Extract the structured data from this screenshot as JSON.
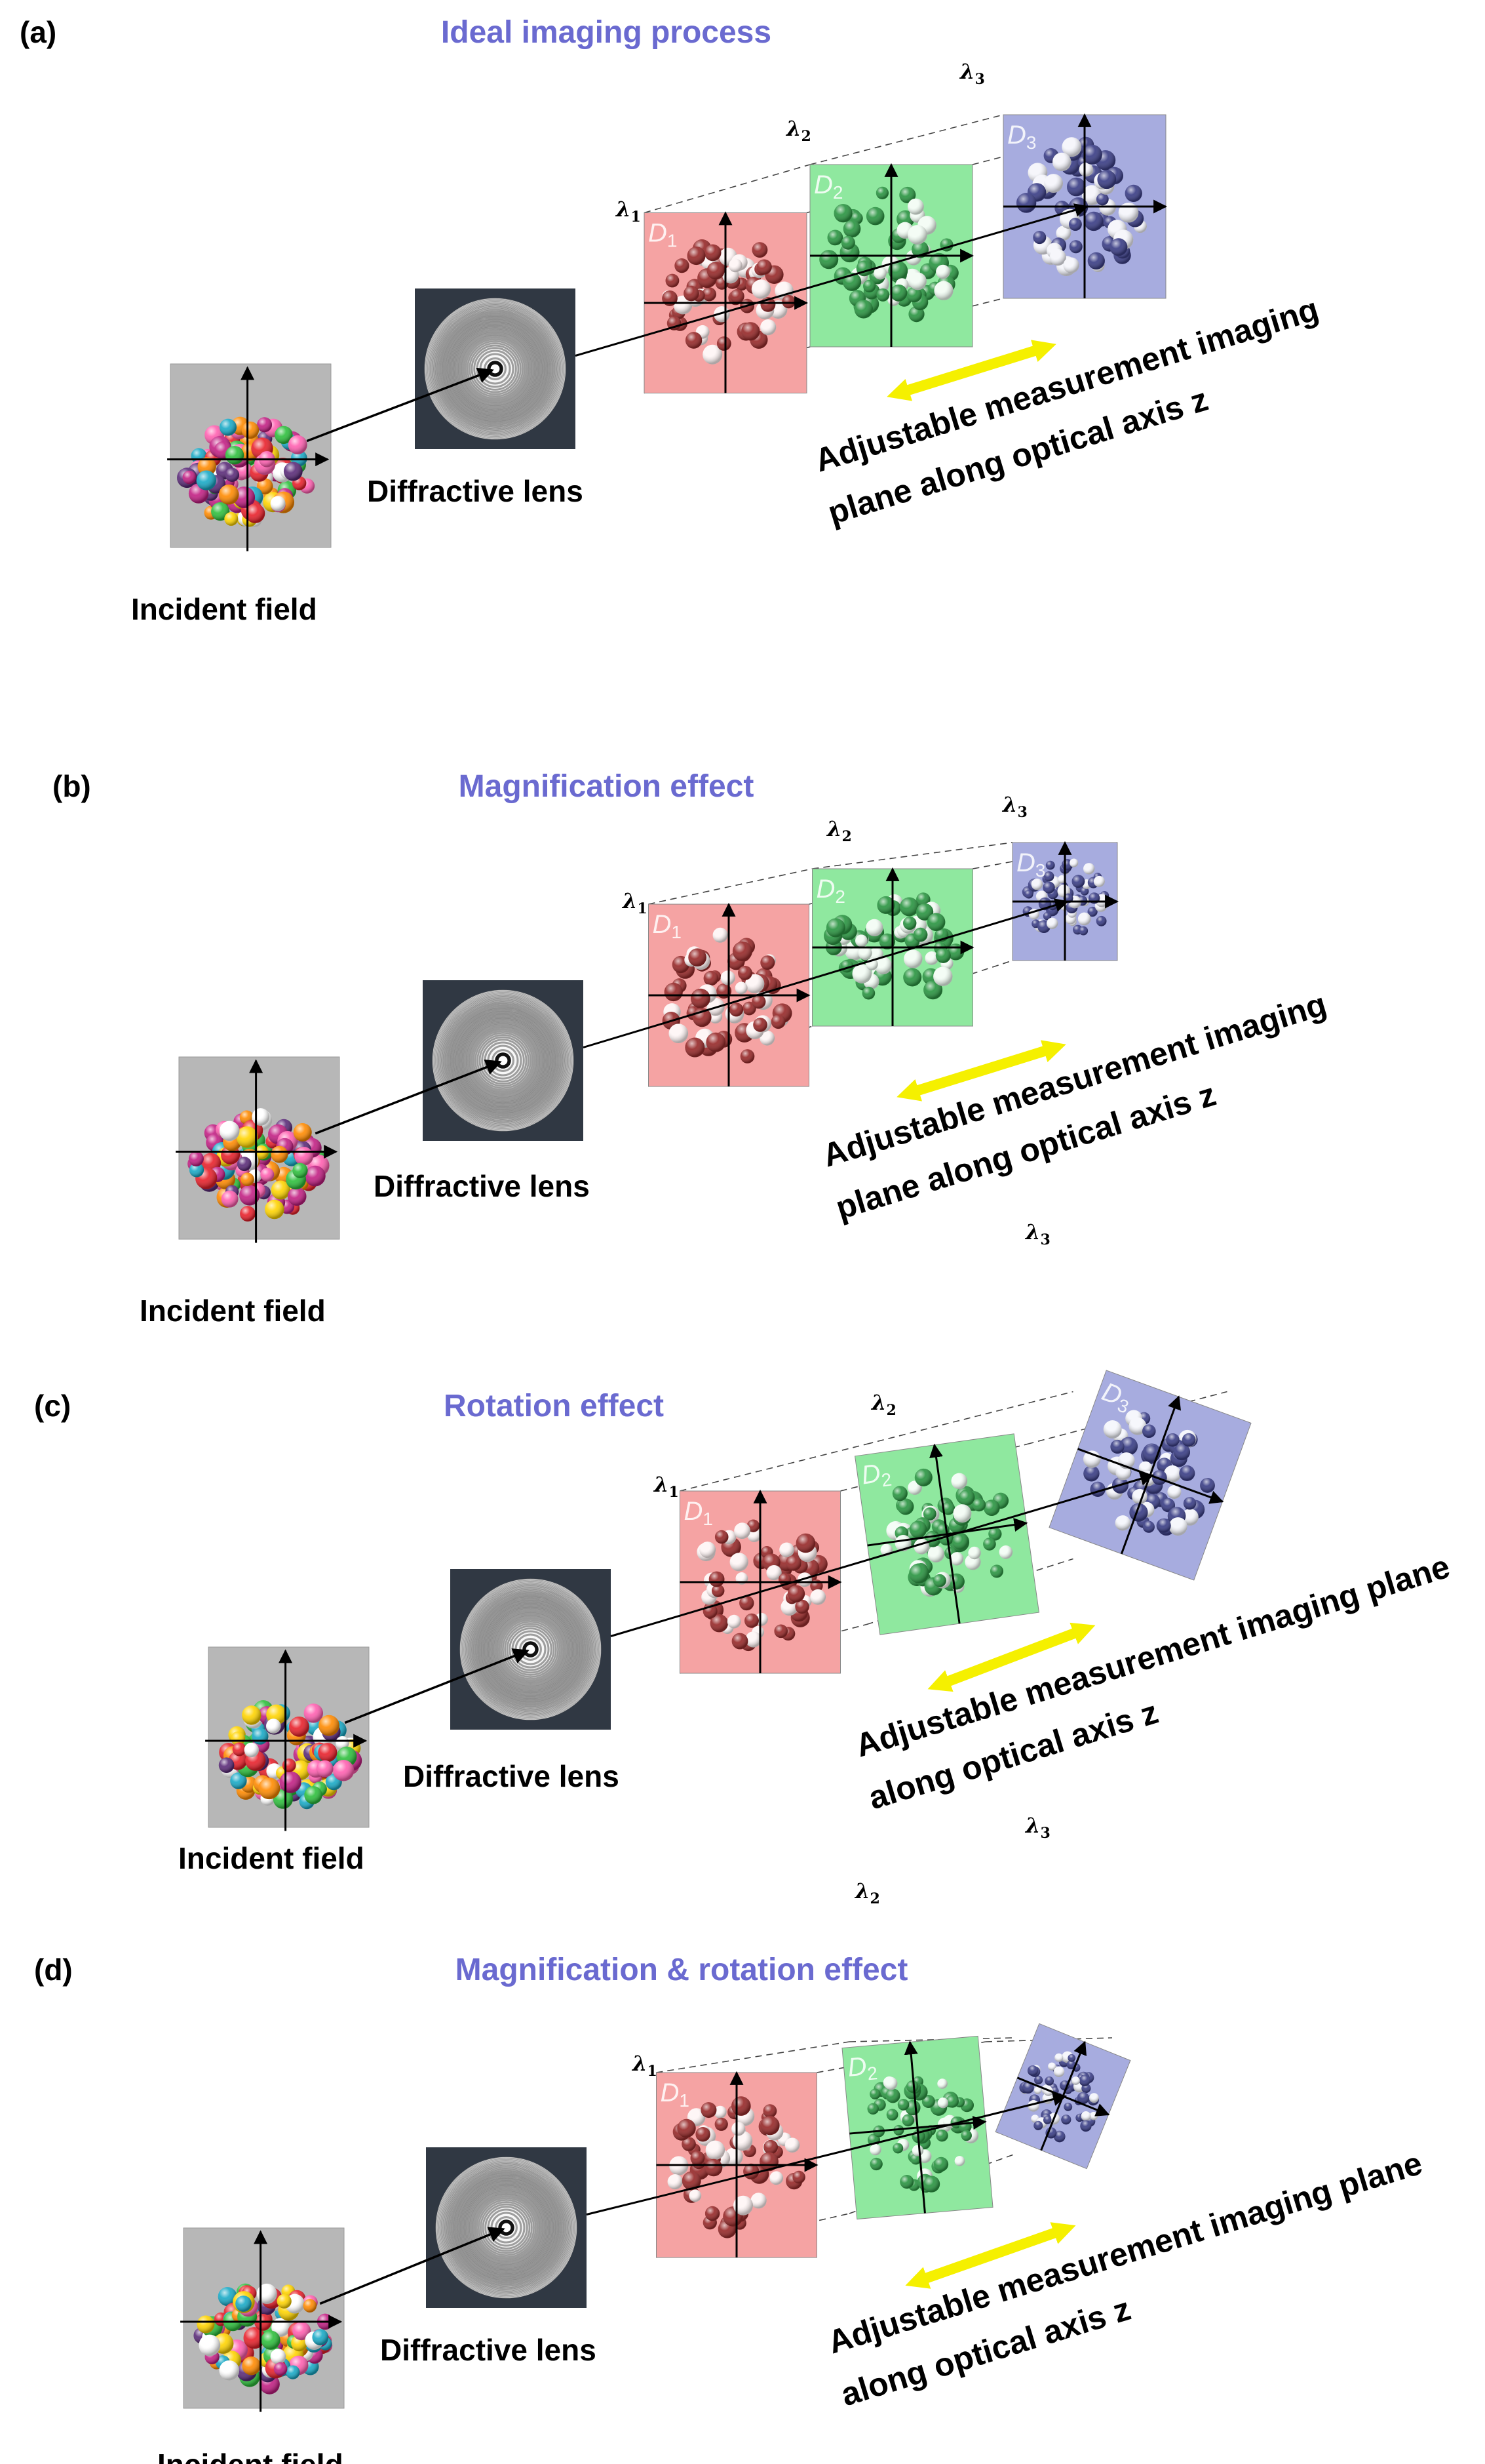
{
  "colors": {
    "title": "#6a6ad0",
    "plane_d1": "#f5a3a3",
    "plane_d2": "#8fe89f",
    "plane_d3": "#a7acdf",
    "ball_d1": "#8b1a1a",
    "ball_d2": "#1d8a35",
    "ball_d3": "#2c2f7a",
    "arrow_yellow": "#f5f000",
    "incident_bg": "#b7b7b7",
    "lens_bg": "#303843"
  },
  "panels": [
    {
      "letter": "(a)",
      "title": "Ideal imaging process",
      "incident_label": "Incident field",
      "lens_label": "Diffractive lens",
      "adjust_line1": "Adjustable measurement imaging",
      "adjust_line2": "plane along optical axis z",
      "lambda_symbol": "λ",
      "lambdas": [
        "1",
        "2",
        "3"
      ],
      "d_symbol": "D",
      "d_labels": [
        "1",
        "2",
        "3"
      ]
    },
    {
      "letter": "(b)",
      "title": "Magnification effect",
      "incident_label": "Incident field",
      "lens_label": "Diffractive lens",
      "adjust_line1": "Adjustable measurement imaging",
      "adjust_line2": "plane along optical axis z",
      "lambda_symbol": "λ",
      "lambdas": [
        "1",
        "2",
        "3"
      ],
      "d_symbol": "D",
      "d_labels": [
        "1",
        "2",
        "3"
      ]
    },
    {
      "letter": "(c)",
      "title": "Rotation effect",
      "incident_label": "Incident field",
      "lens_label": "Diffractive lens",
      "adjust_line1": "Adjustable measurement imaging plane",
      "adjust_line2": "along optical axis z",
      "lambda_symbol": "λ",
      "lambdas": [
        "1",
        "2"
      ],
      "d_symbol": "D",
      "d_labels": [
        "1",
        "2",
        "3"
      ]
    },
    {
      "letter": "(d)",
      "title": "Magnification & rotation effect",
      "incident_label": "Incident field",
      "lens_label": "Diffractive lens",
      "adjust_line1": "Adjustable measurement imaging plane",
      "adjust_line2": "along optical axis z",
      "lambda_symbol": "λ",
      "lambdas": [
        "1"
      ],
      "d_symbol": "D",
      "d_labels": [
        "1",
        "2"
      ]
    }
  ],
  "stray_lambdas": [
    {
      "symbol": "λ",
      "sub": "3"
    },
    {
      "symbol": "λ",
      "sub": "3"
    },
    {
      "symbol": "λ",
      "sub": "2"
    }
  ]
}
